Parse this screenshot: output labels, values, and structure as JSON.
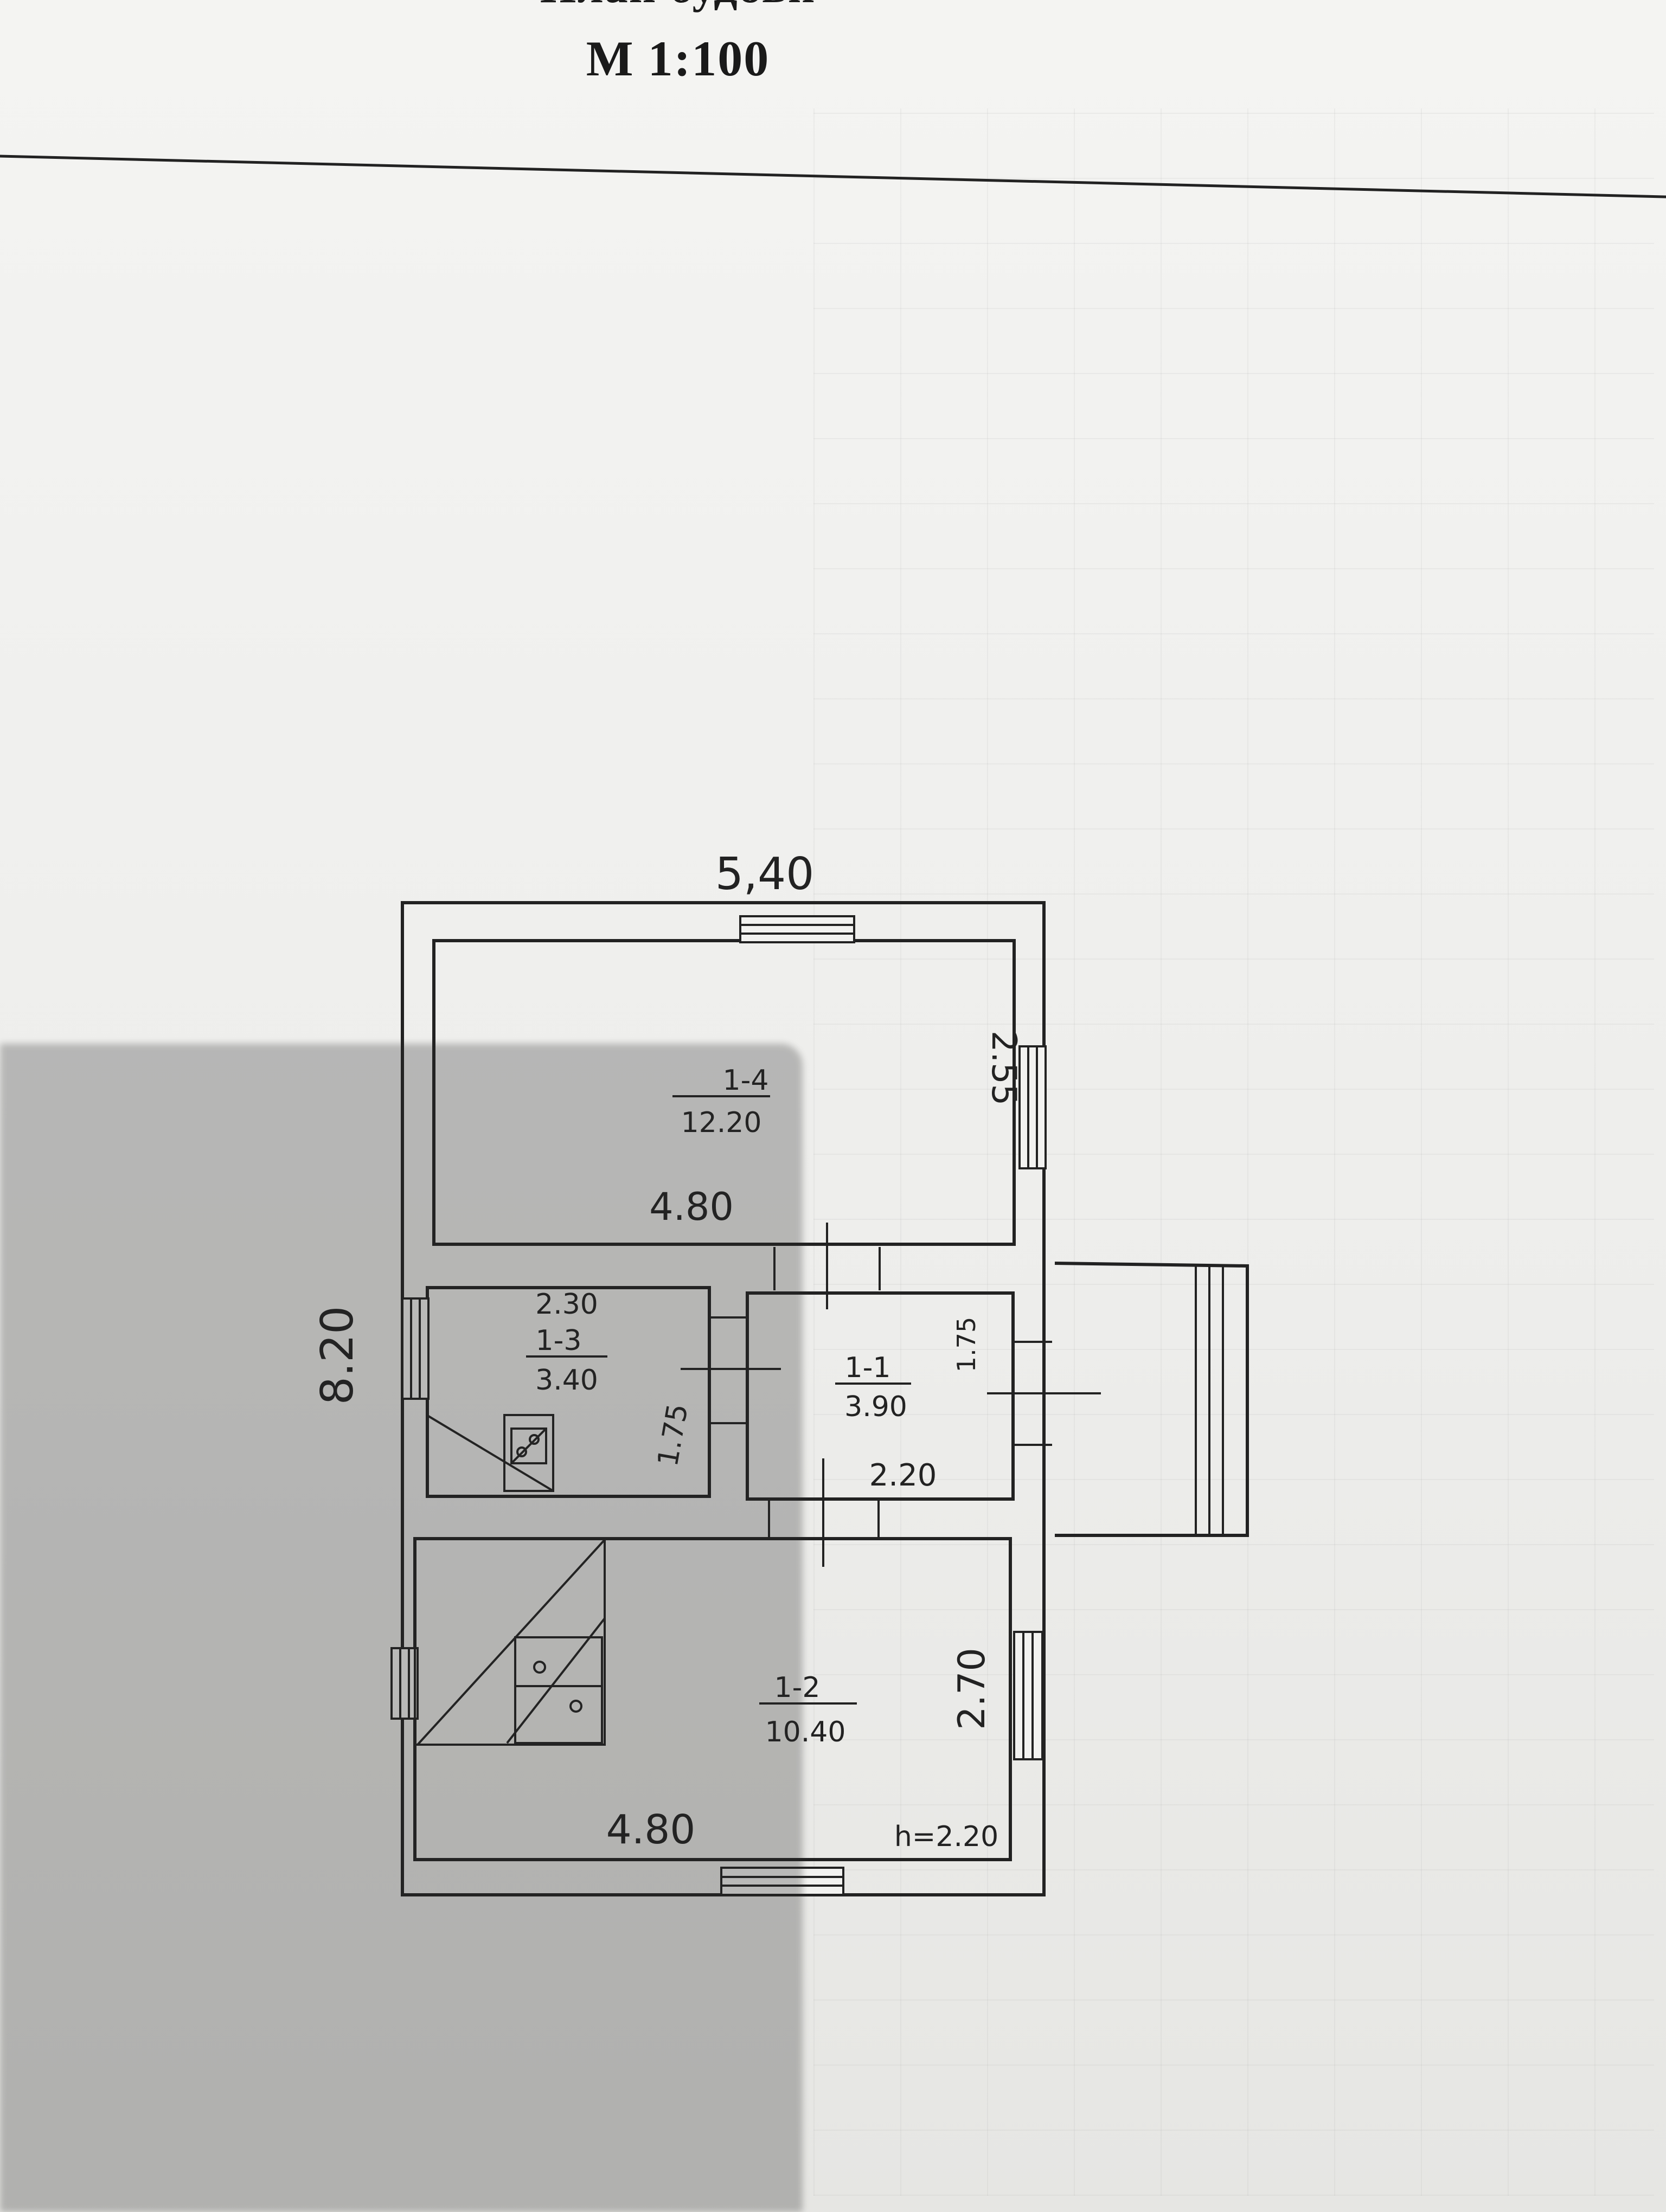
{
  "title": {
    "main": "План будови",
    "scale": "М 1:100"
  },
  "plan": {
    "overall_width": "5,40",
    "overall_length": "8.20",
    "rooms": [
      {
        "id": "1-4",
        "area": "12.20",
        "width": "4.80",
        "depth": "2.55"
      },
      {
        "id": "1-3",
        "area": "3.40",
        "width": "2.30",
        "depth": "1.75"
      },
      {
        "id": "1-1",
        "area": "3.90",
        "width": "2.20",
        "depth": "1.75"
      },
      {
        "id": "1-2",
        "area": "10.40",
        "width": "4.80",
        "depth": "2.70"
      }
    ],
    "ceiling_height": "h=2.20"
  },
  "colors": {
    "ink": "#222222",
    "paper": "#f2f2f0"
  }
}
